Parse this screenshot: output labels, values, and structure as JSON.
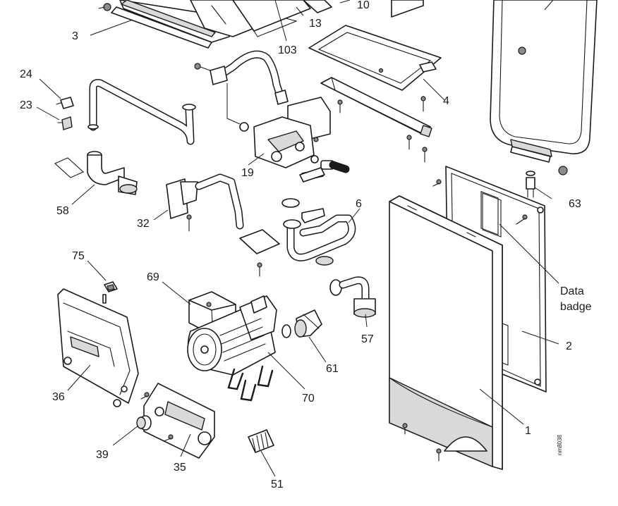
{
  "labels": {
    "p3": "3",
    "p10": "10",
    "p13": "13",
    "p103": "103",
    "p4": "4",
    "p24": "24",
    "p23": "23",
    "p19": "19",
    "p58": "58",
    "p32": "32",
    "p6": "6",
    "p63": "63",
    "p75": "75",
    "p69": "69",
    "data_badge_1": "Data",
    "data_badge_2": "badge",
    "p57": "57",
    "p2": "2",
    "p61": "61",
    "p36": "36",
    "p70": "70",
    "p1": "1",
    "p39": "39",
    "p35": "35",
    "p51": "51"
  },
  "drawing_ref": "nm8038"
}
